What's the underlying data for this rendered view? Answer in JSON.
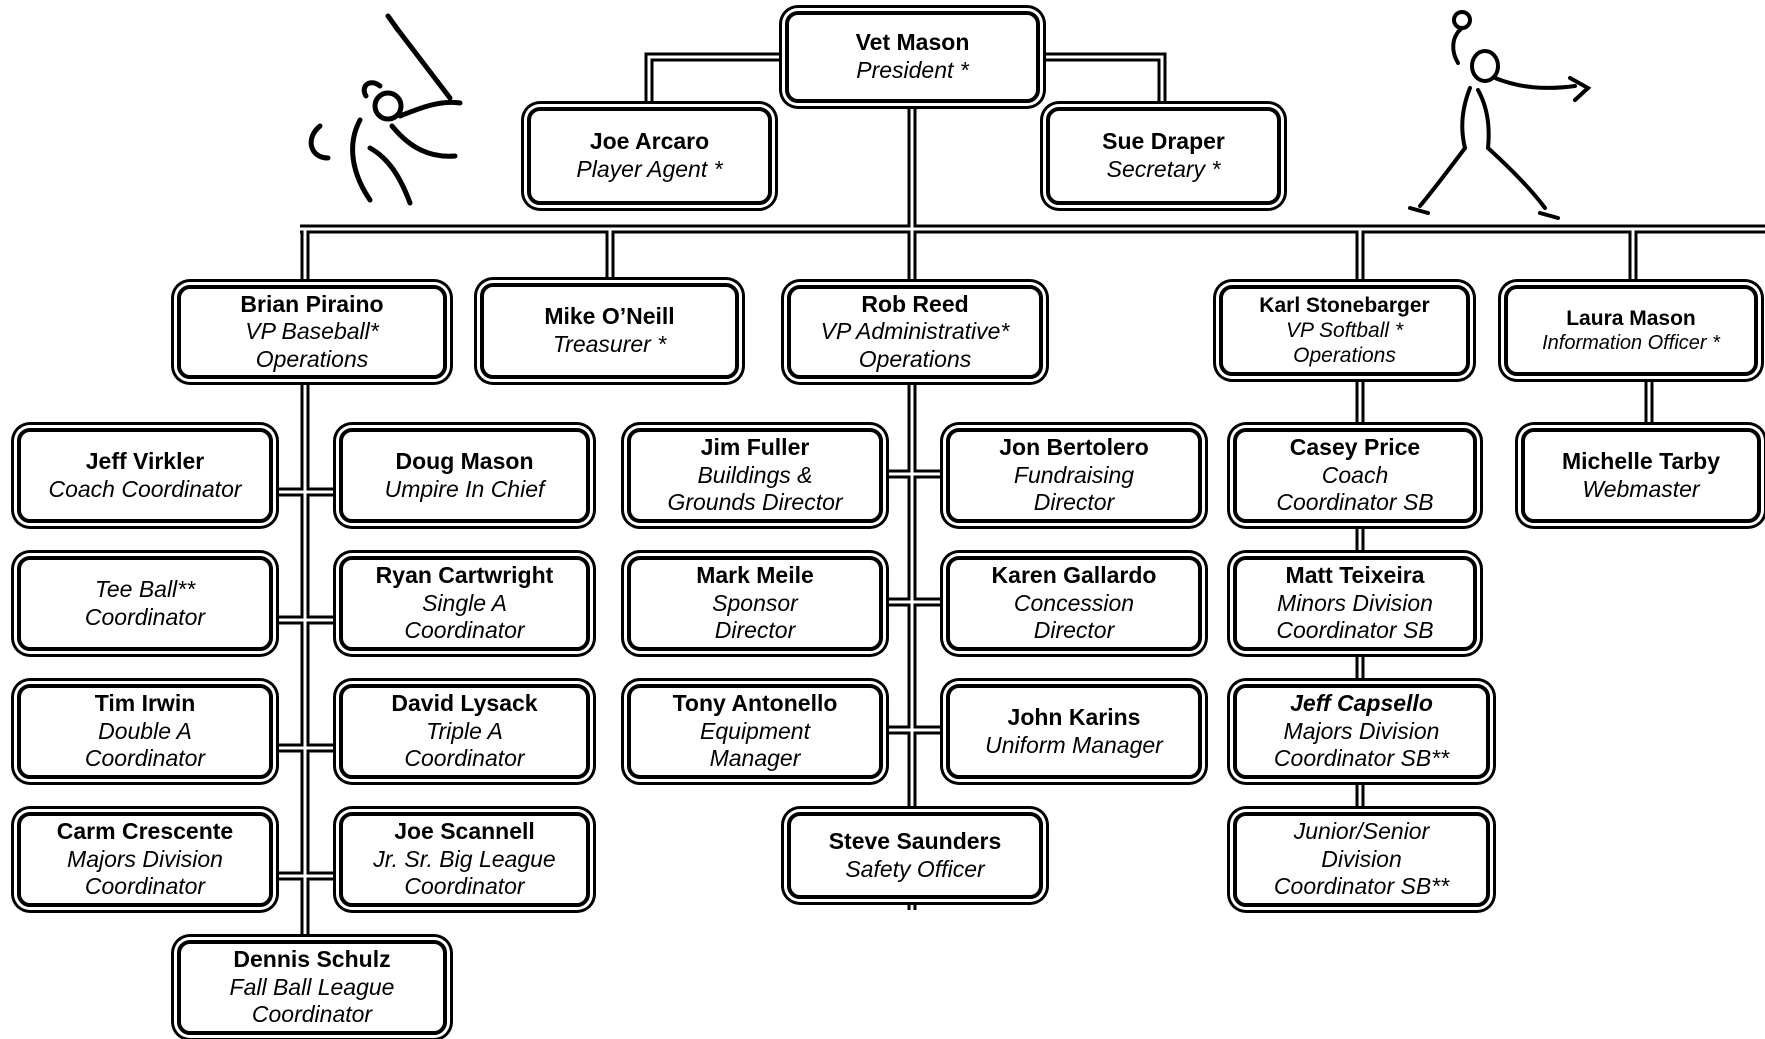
{
  "nodes": {
    "president": {
      "name": "Vet Mason",
      "role": [
        "President *"
      ]
    },
    "agent": {
      "name": "Joe Arcaro",
      "role": [
        "Player Agent *"
      ]
    },
    "secretary": {
      "name": "Sue Draper",
      "role": [
        "Secretary  *"
      ]
    },
    "vpbaseball": {
      "name": "Brian Piraino",
      "role": [
        "VP Baseball*",
        "Operations"
      ]
    },
    "treasurer": {
      "name": "Mike O’Neill",
      "role": [
        "Treasurer *"
      ]
    },
    "vpadmin": {
      "name": "Rob Reed",
      "role": [
        "VP Administrative*",
        "Operations"
      ]
    },
    "vpsoftball": {
      "name": "Karl Stonebarger",
      "role": [
        "VP Softball *",
        "Operations"
      ]
    },
    "info": {
      "name": "Laura Mason",
      "role": [
        "Information Officer *"
      ]
    },
    "virkler": {
      "name": "Jeff Virkler",
      "role": [
        "Coach Coordinator"
      ]
    },
    "dmason": {
      "name": "Doug Mason",
      "role": [
        "Umpire In Chief"
      ]
    },
    "teeball": {
      "name": "",
      "role": [
        "Tee Ball**",
        "Coordinator"
      ]
    },
    "cartwright": {
      "name": "Ryan Cartwright",
      "role": [
        "Single A",
        "Coordinator"
      ]
    },
    "irwin": {
      "name": "Tim Irwin",
      "role": [
        "Double  A",
        "Coordinator"
      ]
    },
    "lysack": {
      "name": "David Lysack",
      "role": [
        "Triple A",
        "Coordinator"
      ]
    },
    "crescente": {
      "name": "Carm Crescente",
      "role": [
        "Majors Division",
        "Coordinator"
      ]
    },
    "scannell": {
      "name": "Joe Scannell",
      "role": [
        "Jr. Sr. Big League",
        "Coordinator"
      ]
    },
    "schulz": {
      "name": "Dennis Schulz",
      "role": [
        "Fall Ball League",
        "Coordinator"
      ]
    },
    "fuller": {
      "name": "Jim Fuller",
      "role": [
        "Buildings &",
        "Grounds  Director"
      ]
    },
    "bertolero": {
      "name": "Jon Bertolero",
      "role": [
        "Fundraising",
        "Director"
      ]
    },
    "meile": {
      "name": "Mark Meile",
      "role": [
        "Sponsor",
        "Director"
      ]
    },
    "gallardo": {
      "name": "Karen Gallardo",
      "role": [
        "Concession",
        "Director"
      ]
    },
    "antonello": {
      "name": "Tony Antonello",
      "role": [
        "Equipment",
        "Manager"
      ]
    },
    "karins": {
      "name": "John Karins",
      "role": [
        "Uniform Manager"
      ]
    },
    "saunders": {
      "name": "Steve Saunders",
      "role": [
        "Safety Officer"
      ]
    },
    "price": {
      "name": "Casey Price",
      "role": [
        "Coach",
        "Coordinator  SB"
      ]
    },
    "teixeira": {
      "name": "Matt Teixeira",
      "role": [
        "Minors Division",
        "Coordinator SB"
      ]
    },
    "capsello": {
      "name": "Jeff Capsello",
      "role": [
        "Majors Division",
        "Coordinator SB**"
      ]
    },
    "juniorsenior": {
      "name": "",
      "role": [
        "Junior/Senior",
        "Division",
        "Coordinator SB**"
      ]
    },
    "tarby": {
      "name": "Michelle Tarby",
      "role": [
        "Webmaster"
      ]
    }
  },
  "icons": {
    "left": "baseball-batter-icon",
    "right": "softball-pitcher-icon"
  },
  "colors": {
    "line": "#000000",
    "box_bg": "#ffffff"
  }
}
